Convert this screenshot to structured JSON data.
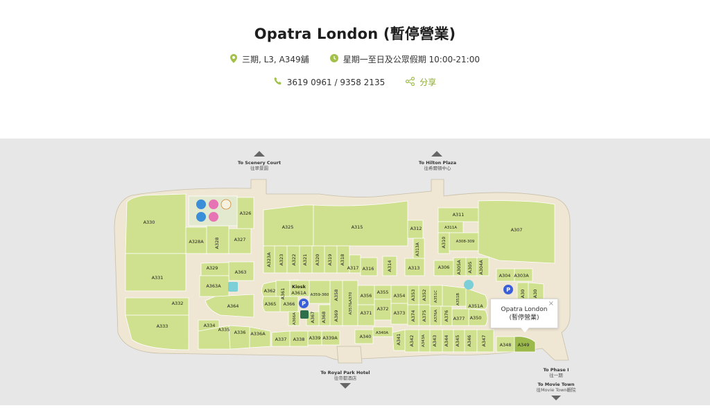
{
  "shop": {
    "name": "Opatra London (暫停營業)",
    "location": "三期, L3, A349舖",
    "hours": "星期一至日及公眾假期 10:00-21:00",
    "phone": "3619 0961 / 9358 2135",
    "share_label": "分享"
  },
  "colors": {
    "accent": "#a3c14a",
    "unit_fill": "#cfe08e",
    "unit_highlight": "#9cb94c",
    "floor": "#efe6d3",
    "background": "#e7e7e7"
  },
  "map": {
    "exits": {
      "scenery": {
        "en": "To Scenery Court",
        "zh": "往翠景園"
      },
      "hilton": {
        "en": "To Hilton Plaza",
        "zh": "往希爾頓中心"
      },
      "royal": {
        "en": "To Royal Park Hotel",
        "zh": "往帝都酒店"
      },
      "phase1": {
        "en": "To Phase I",
        "zh": "往一期"
      },
      "movie": {
        "en": "To Movie Town",
        "zh": "往Movie Town觀院"
      }
    },
    "units": {
      "A330": "A330",
      "A326": "A326",
      "A327": "A327",
      "A328": "A328",
      "A328A": "A328A",
      "A331": "A331",
      "A332": "A332",
      "A333": "A333",
      "A329": "A329",
      "A363": "A363",
      "A363A": "A363A",
      "A364": "A364",
      "A334": "A334",
      "A335": "A335",
      "A336": "A336",
      "A336A": "A336A",
      "A325": "A325",
      "A315": "A315",
      "A312": "A312",
      "A313A": "A313A",
      "A313": "A313",
      "A323A": "A323A",
      "A323": "A323",
      "A322": "A322",
      "A321": "A321",
      "A320": "A320",
      "A319": "A319",
      "A318": "A318",
      "A317": "A317",
      "A316": "A316",
      "A314": "A314",
      "A311": "A311",
      "A311A": "A311A",
      "A310": "A310",
      "A308_309": "A308-309",
      "A306": "A306",
      "A305A": "A305A",
      "A305": "A305",
      "A304A": "A304A",
      "A307": "A307",
      "A304": "A304",
      "A303A": "A303A",
      "A362": "A362",
      "A361": "A361",
      "Kiosk": "Kiosk",
      "A361A": "A361A",
      "A365": "A365",
      "A366": "A366",
      "A366A": "A366A",
      "A367": "A367",
      "A368": "A368",
      "A359_360": "A359-360",
      "A358": "A358",
      "A369": "A369",
      "A357": "A357&A370",
      "A356": "A356",
      "A371": "A371",
      "A355": "A355",
      "A372": "A372",
      "A354": "A354",
      "A373": "A373",
      "A353": "A353",
      "A374": "A374",
      "A352": "A352",
      "A375": "A375",
      "A351C": "A351C",
      "A376A": "A376A",
      "A376": "A376",
      "A351B": "A351B",
      "A351A": "A351A",
      "A377": "A377",
      "A350": "A350",
      "A337": "A337",
      "A338": "A338",
      "A339": "A339",
      "A339A": "A339A",
      "A340": "A340",
      "A340A": "A340A",
      "A341": "A341",
      "A342": "A342",
      "A343A": "A343A",
      "A343": "A343",
      "A344": "A344",
      "A345": "A345",
      "A346": "A346",
      "A347": "A347",
      "A348": "A348",
      "A349": "A349",
      "A30x": "A30",
      "A30y": "A30"
    },
    "parking_label": "P",
    "popup": {
      "name": "Opatra London",
      "status": "(暫停營業)",
      "close": "×"
    }
  }
}
